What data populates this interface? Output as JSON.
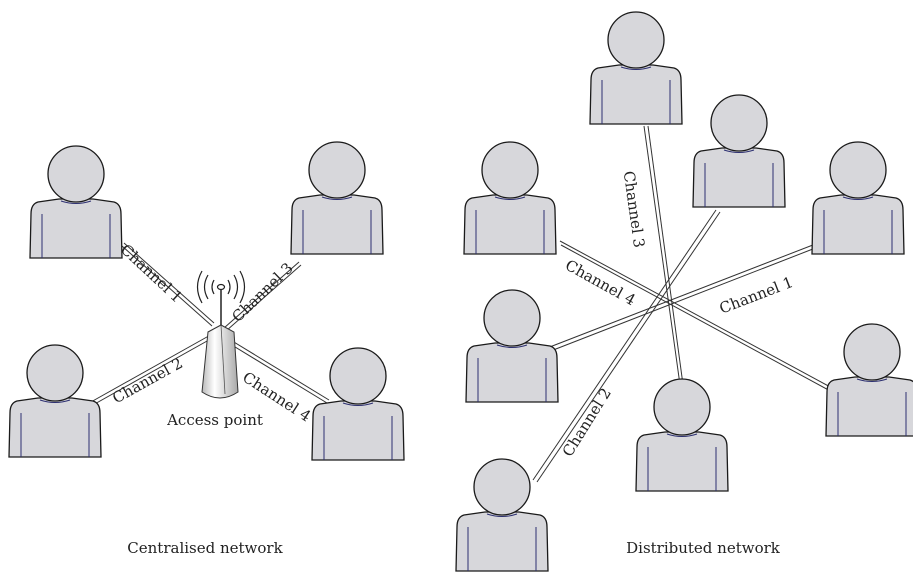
{
  "centralised": {
    "caption": "Centralised network",
    "access_point_label": "Access point",
    "channels": [
      "Channel 1",
      "Channel 2",
      "Channel 3",
      "Channel 4"
    ]
  },
  "distributed": {
    "caption": "Distributed network",
    "channels": [
      "Channel 1",
      "Channel 2",
      "Channel 3",
      "Channel 4"
    ]
  },
  "colors": {
    "person_fill": "#d7d7db",
    "person_stroke": "#1a1a1a",
    "person_accent": "#2c2f70",
    "link": "#333333"
  }
}
